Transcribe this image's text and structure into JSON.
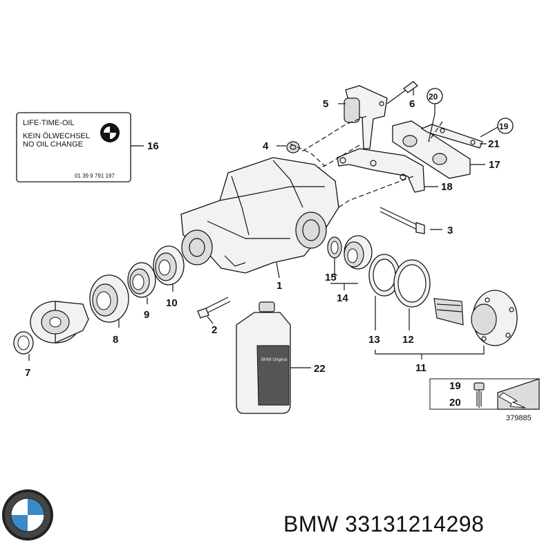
{
  "label_card": {
    "line1": "LIFE-TIME-OIL",
    "line2": "KEIN ÖLWECHSEL",
    "line3": "NO OIL CHANGE",
    "part_code": "01 39 9 791 197"
  },
  "callouts": [
    "1",
    "2",
    "3",
    "4",
    "5",
    "6",
    "7",
    "8",
    "9",
    "10",
    "11",
    "12",
    "13",
    "14",
    "15",
    "16",
    "17",
    "18",
    "19",
    "20",
    "21",
    "22"
  ],
  "circled_callouts": [
    "19",
    "20"
  ],
  "legend": {
    "top": "19",
    "bottom": "20"
  },
  "diagram_id": "379885",
  "oil_bottle_text": "BMW Original",
  "footer": {
    "brand": "BMW",
    "part_number": "33131214298"
  }
}
